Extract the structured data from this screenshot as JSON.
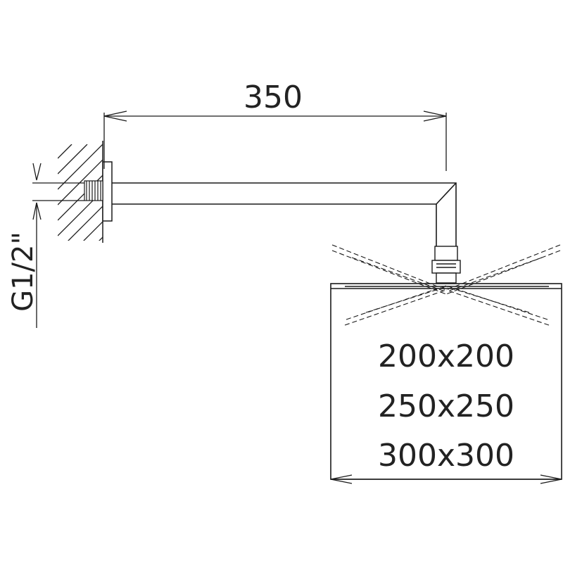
{
  "dimensions": {
    "arm_length": "350",
    "thread": "G1/2\"",
    "head_sizes": [
      "200x200",
      "250x250",
      "300x300"
    ]
  },
  "colors": {
    "line": "#1a1a1a",
    "text": "#222222",
    "background": "#ffffff"
  }
}
